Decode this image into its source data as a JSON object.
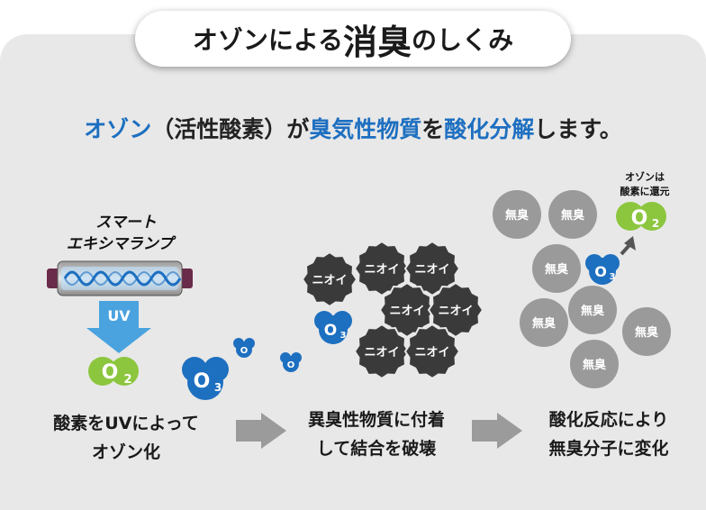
{
  "header": {
    "title_pre": "オゾンによる",
    "title_main": "消臭",
    "title_post": "のしくみ"
  },
  "subtitle": {
    "p1": "オゾン",
    "p2": "（活性酸素）が",
    "p3": "臭気性物質",
    "p4": "を",
    "p5": "酸化分解",
    "p6": "します。"
  },
  "lamp": {
    "line1": "スマート",
    "line2": "エキシマランプ",
    "uv": "UV"
  },
  "molecules": {
    "o2_main": "O",
    "o2_sub": "2",
    "o3_main": "O",
    "o3_sub": "3"
  },
  "odor_label": "ニオイ",
  "odorless_label": "無臭",
  "reduce_note": {
    "line1": "オゾンは",
    "line2": "酸素に還元"
  },
  "steps": [
    {
      "line1": "酸素をUVによって",
      "line2": "オゾン化"
    },
    {
      "line1": "異臭性物質に付着",
      "line2": "して結合を破壊"
    },
    {
      "line1": "酸化反応により",
      "line2": "無臭分子に変化"
    }
  ],
  "colors": {
    "o2_green": "#8cc63f",
    "o3_blue": "#1d6fc0",
    "odor_dark": "#3a3a3a",
    "odorless_gray": "#9a9a9a",
    "arrow_gray": "#9b9b9b",
    "uv_blue": "#4aa3df"
  }
}
